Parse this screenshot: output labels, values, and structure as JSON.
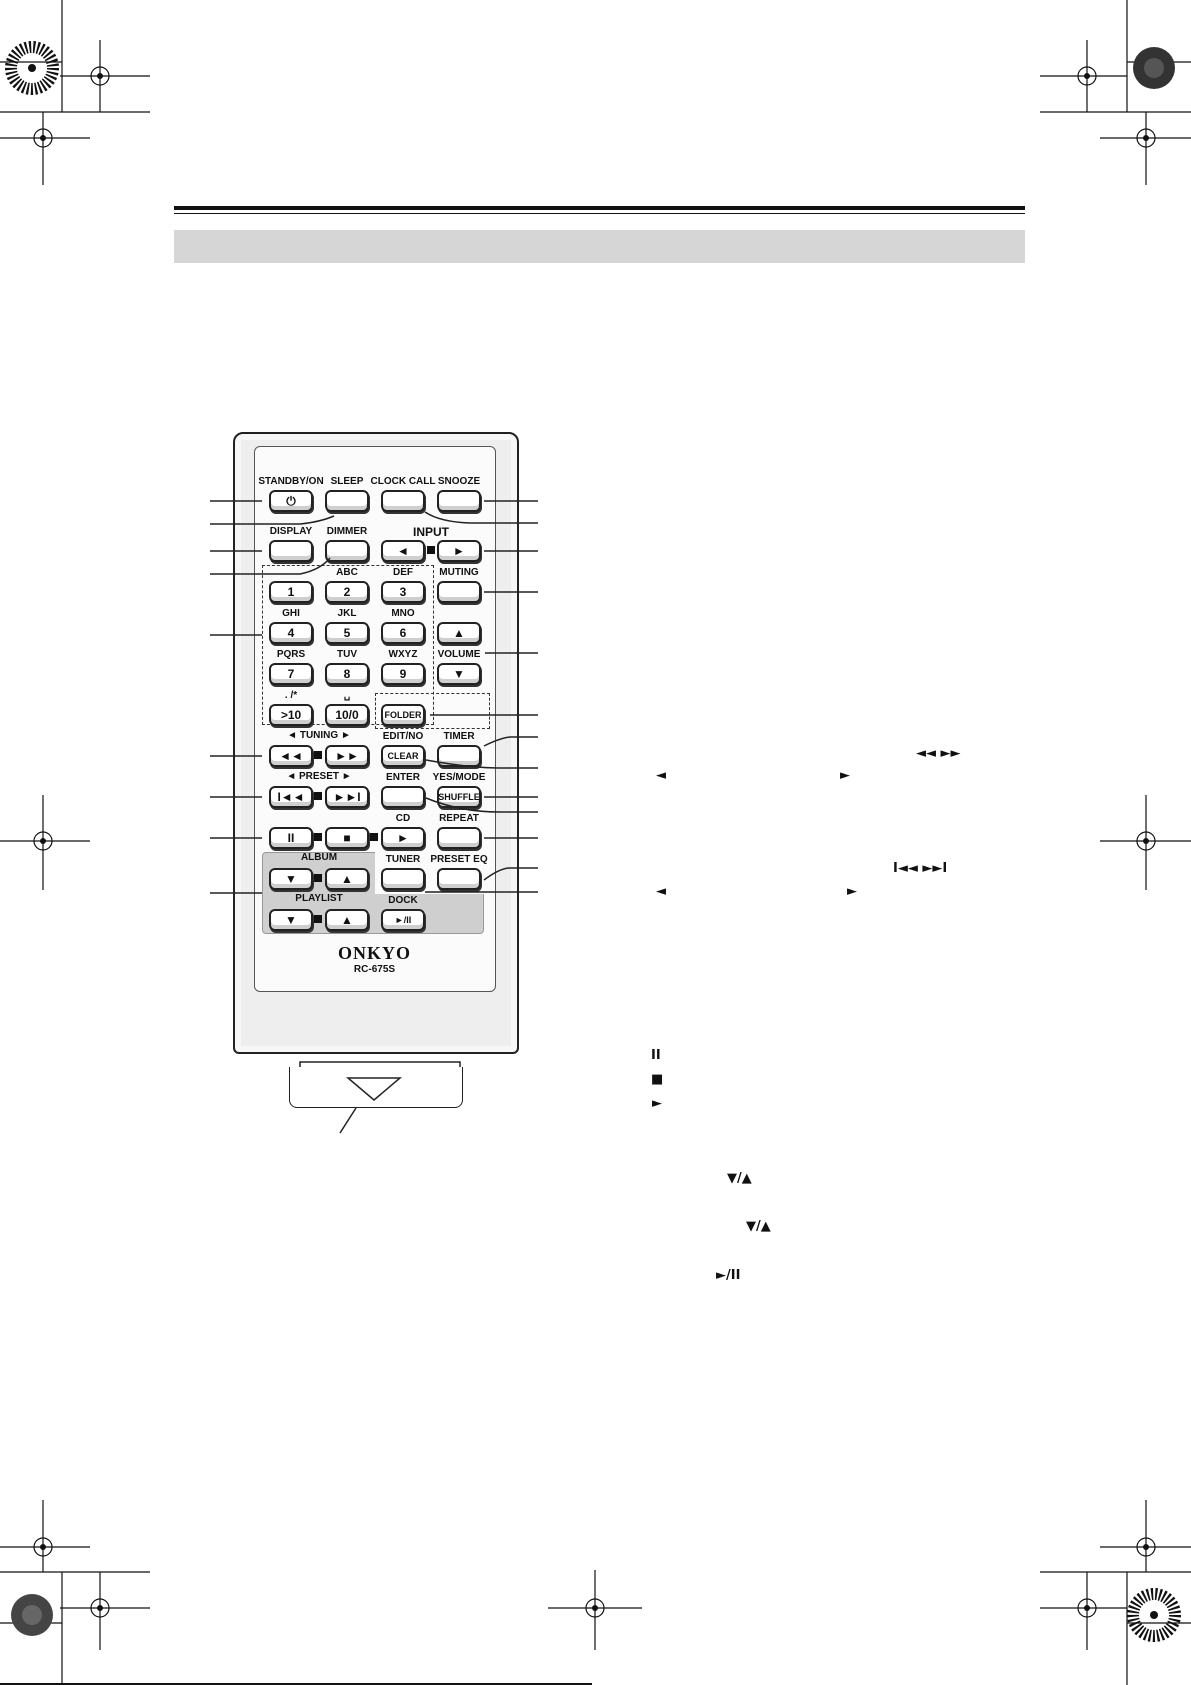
{
  "remote": {
    "buttons": [
      {
        "key": "standby",
        "label": "STANDBY/ON",
        "face": "⏻"
      },
      {
        "key": "sleep",
        "label": "SLEEP",
        "face": ""
      },
      {
        "key": "clock_call",
        "label": "CLOCK CALL",
        "face": ""
      },
      {
        "key": "snooze",
        "label": "SNOOZE",
        "face": ""
      },
      {
        "key": "display",
        "label": "DISPLAY",
        "face": ""
      },
      {
        "key": "dimmer",
        "label": "DIMMER",
        "face": ""
      },
      {
        "key": "input_left",
        "label": "",
        "face": "◄"
      },
      {
        "key": "input_right",
        "label": "",
        "face": "►"
      },
      {
        "key": "num1",
        "label": "",
        "face": "1"
      },
      {
        "key": "num2",
        "label": "ABC",
        "face": "2"
      },
      {
        "key": "num3",
        "label": "DEF",
        "face": "3"
      },
      {
        "key": "muting",
        "label": "MUTING",
        "face": ""
      },
      {
        "key": "num4",
        "label": "GHI",
        "face": "4"
      },
      {
        "key": "num5",
        "label": "JKL",
        "face": "5"
      },
      {
        "key": "num6",
        "label": "MNO",
        "face": "6"
      },
      {
        "key": "vol_up",
        "label": "",
        "face": "▲"
      },
      {
        "key": "num7",
        "label": "PQRS",
        "face": "7"
      },
      {
        "key": "num8",
        "label": "TUV",
        "face": "8"
      },
      {
        "key": "num9",
        "label": "WXYZ",
        "face": "9"
      },
      {
        "key": "vol_down",
        "label": "VOLUME",
        "face": "▼"
      },
      {
        "key": "gt10",
        "label": ". /*",
        "face": ">10"
      },
      {
        "key": "num10",
        "label": "␣",
        "face": "10/0"
      },
      {
        "key": "folder",
        "label": "",
        "face": "FOLDER"
      },
      {
        "key": "tune_rew",
        "label": "",
        "face": "◄◄"
      },
      {
        "key": "tune_ff",
        "label": "",
        "face": "►►"
      },
      {
        "key": "clear",
        "label": "EDIT/NO",
        "face": "CLEAR"
      },
      {
        "key": "timer",
        "label": "TIMER",
        "face": ""
      },
      {
        "key": "preset_prev",
        "label": "",
        "face": "I◄◄"
      },
      {
        "key": "preset_next",
        "label": "",
        "face": "►►I"
      },
      {
        "key": "enter",
        "label": "ENTER",
        "face": ""
      },
      {
        "key": "shuffle",
        "label": "YES/MODE",
        "face": "SHUFFLE"
      },
      {
        "key": "pause",
        "label": "",
        "face": "II"
      },
      {
        "key": "stop",
        "label": "",
        "face": "■"
      },
      {
        "key": "play",
        "label": "CD",
        "face": "►"
      },
      {
        "key": "repeat",
        "label": "REPEAT",
        "face": ""
      },
      {
        "key": "album_down",
        "label": "",
        "face": "▼"
      },
      {
        "key": "album_up",
        "label": "",
        "face": "▲"
      },
      {
        "key": "tuner",
        "label": "TUNER",
        "face": ""
      },
      {
        "key": "preset_eq",
        "label": "PRESET EQ",
        "face": ""
      },
      {
        "key": "playlist_down",
        "label": "",
        "face": "▼"
      },
      {
        "key": "playlist_up",
        "label": "",
        "face": "▲"
      },
      {
        "key": "dock",
        "label": "DOCK",
        "face": "►/II"
      }
    ],
    "group_labels": {
      "input": "INPUT",
      "tuning": "◄ TUNING ►",
      "preset": "◄ PRESET ►",
      "album": "ALBUM",
      "playlist": "PLAYLIST"
    },
    "brand": "ONKYO",
    "model": "RC-675S"
  },
  "side_symbols": {
    "rew_ff": "◄◄   ►►",
    "left_a": "◄",
    "right_a": "►",
    "skip": "I◄◄   ►►I",
    "left_b": "◄",
    "right_b": "►",
    "pause": "II",
    "stop": "■",
    "play": "►",
    "album_arrows": "▼/▲",
    "playlist_arrows": "▼/▲",
    "dock_play": "►/II"
  }
}
